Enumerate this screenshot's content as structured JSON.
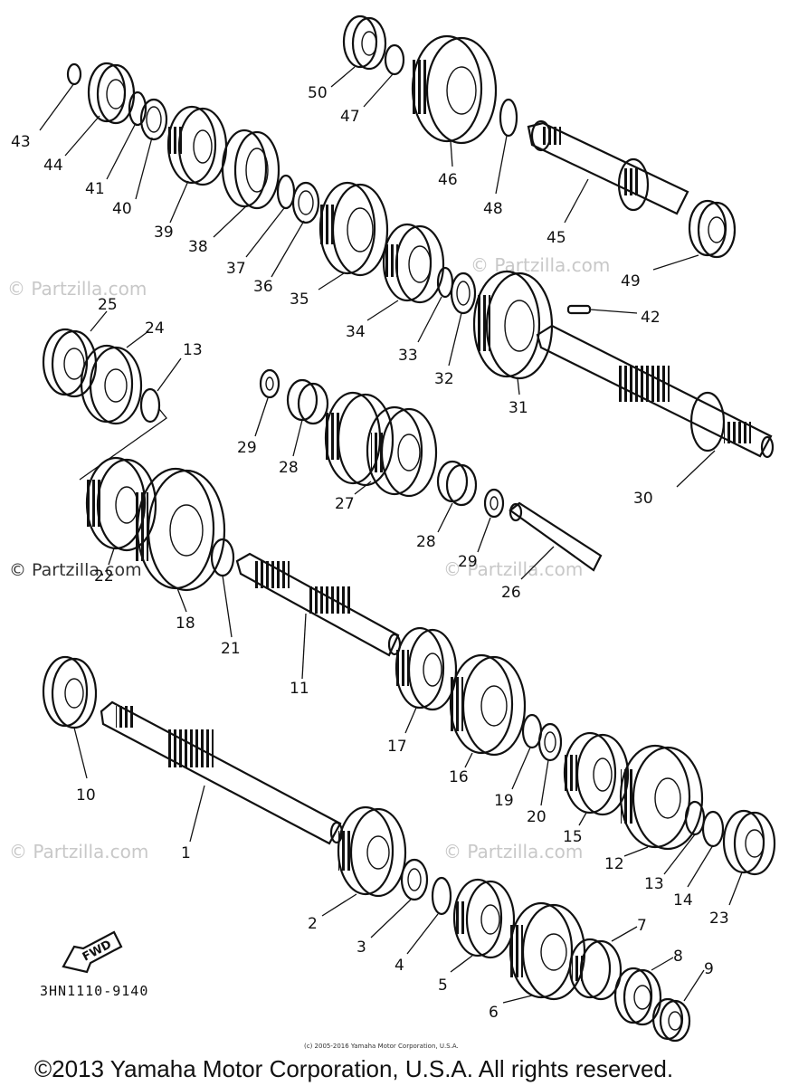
{
  "watermark_text": "© Partzilla.com",
  "diagram_code": "3HN1110-9140",
  "fwd_label": "FWD",
  "small_copyright": "(c) 2005-2016 Yamaha Motor Corporation, U.S.A.",
  "footer_copyright": "©2013 Yamaha Motor Corporation, U.S.A. All rights reserved.",
  "callouts": {
    "c1": "1",
    "c2": "2",
    "c3": "3",
    "c4": "4",
    "c5": "5",
    "c6": "6",
    "c7": "7",
    "c8": "8",
    "c9": "9",
    "c10": "10",
    "c11": "11",
    "c12": "12",
    "c13a": "13",
    "c13b": "13",
    "c14": "14",
    "c15": "15",
    "c16": "16",
    "c17": "17",
    "c18": "18",
    "c19": "19",
    "c20": "20",
    "c21": "21",
    "c22": "22",
    "c23": "23",
    "c24": "24",
    "c25": "25",
    "c26": "26",
    "c27": "27",
    "c28a": "28",
    "c28b": "28",
    "c29a": "29",
    "c29b": "29",
    "c30": "30",
    "c31": "31",
    "c32": "32",
    "c33": "33",
    "c34": "34",
    "c35": "35",
    "c36": "36",
    "c37": "37",
    "c38": "38",
    "c39": "39",
    "c40": "40",
    "c41": "41",
    "c42": "42",
    "c43": "43",
    "c44": "44",
    "c45": "45",
    "c46": "46",
    "c47": "47",
    "c48": "48",
    "c49": "49",
    "c50": "50"
  }
}
